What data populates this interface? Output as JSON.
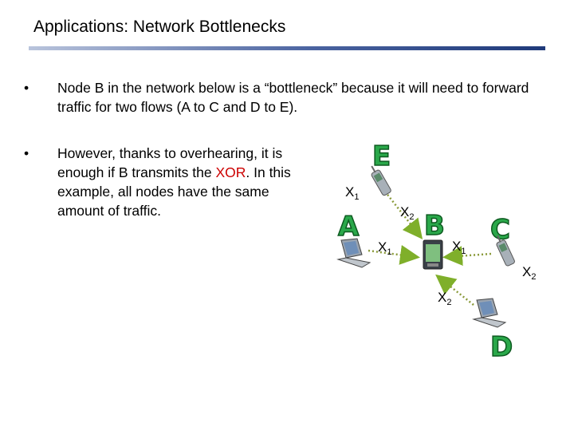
{
  "title": "Applications: Network Bottlenecks",
  "bullets": {
    "marker": "•",
    "first": "Node B in the network below is a “bottleneck” because it will need to forward traffic for two flows (A to C and D to E).",
    "second_pre": "However, thanks to overhearing, it is enough if B transmits the ",
    "second_highlight": "XOR",
    "second_post": ". In this example, all nodes have the same amount of traffic."
  },
  "colors": {
    "highlight": "#cc0000",
    "node_letter": "#2aa84a",
    "arrow": "#7faf2a"
  },
  "diagram": {
    "nodes": {
      "A": {
        "label": "A",
        "device": "laptop-icon"
      },
      "B": {
        "label": "B",
        "device": "pda-icon"
      },
      "C": {
        "label": "C",
        "device": "phone-icon"
      },
      "D": {
        "label": "D",
        "device": "laptop-icon"
      },
      "E": {
        "label": "E",
        "device": "phone-icon"
      }
    },
    "packet_labels": {
      "x1_near_E": {
        "base": "X",
        "sub": "1"
      },
      "x2_E_B": {
        "base": "X",
        "sub": "2"
      },
      "x1_A_B": {
        "base": "X",
        "sub": "1"
      },
      "x1_B_C": {
        "base": "X",
        "sub": "1"
      },
      "x2_near_C": {
        "base": "X",
        "sub": "2"
      },
      "x2_D_B": {
        "base": "X",
        "sub": "2"
      }
    }
  }
}
